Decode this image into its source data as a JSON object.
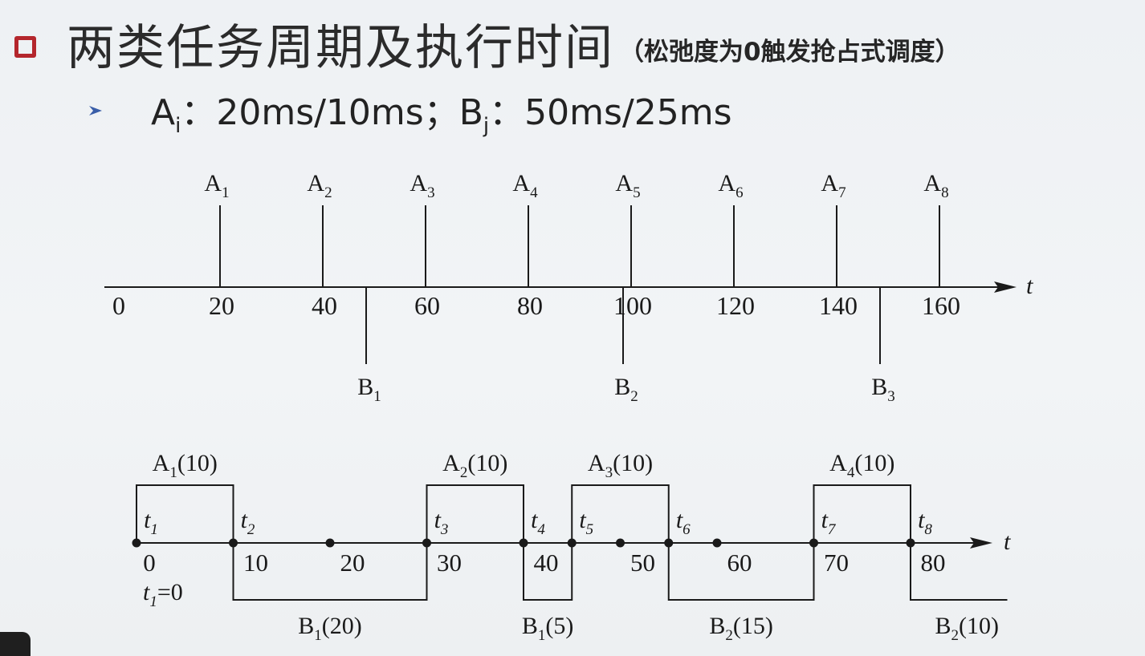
{
  "title": {
    "main": "两类任务周期及执行时间",
    "note": "（松弛度为0触发抢占式调度）"
  },
  "subtitle": {
    "a_label": "A",
    "a_sub": "i",
    "middle": "：20ms/10ms；B",
    "b_sub": "j",
    "rest": "：50ms/25ms"
  },
  "top_timeline": {
    "axis_label": "t",
    "ticks": [
      "0",
      "20",
      "40",
      "60",
      "80",
      "100",
      "120",
      "140",
      "160"
    ],
    "a_arrivals": [
      {
        "name": "A",
        "sub": "1",
        "at": 20
      },
      {
        "name": "A",
        "sub": "2",
        "at": 40
      },
      {
        "name": "A",
        "sub": "3",
        "at": 60
      },
      {
        "name": "A",
        "sub": "4",
        "at": 80
      },
      {
        "name": "A",
        "sub": "5",
        "at": 100
      },
      {
        "name": "A",
        "sub": "6",
        "at": 120
      },
      {
        "name": "A",
        "sub": "7",
        "at": 140
      },
      {
        "name": "A",
        "sub": "8",
        "at": 160
      }
    ],
    "b_arrivals": [
      {
        "name": "B",
        "sub": "1",
        "at": 50
      },
      {
        "name": "B",
        "sub": "2",
        "at": 100
      },
      {
        "name": "B",
        "sub": "3",
        "at": 150
      }
    ]
  },
  "schedule": {
    "axis_label": "t",
    "tick_labels": [
      "0",
      "10",
      "20",
      "30",
      "40",
      "50",
      "60",
      "70",
      "80"
    ],
    "time_points": [
      {
        "name": "t",
        "sub": "1"
      },
      {
        "name": "t",
        "sub": "2"
      },
      {
        "name": "t",
        "sub": "3"
      },
      {
        "name": "t",
        "sub": "4"
      },
      {
        "name": "t",
        "sub": "5"
      },
      {
        "name": "t",
        "sub": "6"
      },
      {
        "name": "t",
        "sub": "7"
      },
      {
        "name": "t",
        "sub": "8"
      }
    ],
    "initial_note": {
      "name": "t",
      "sub": "1",
      "rest": "=0"
    },
    "a_segments": [
      {
        "name": "A",
        "sub": "1",
        "dur": "(10)",
        "start": 0,
        "end": 10
      },
      {
        "name": "A",
        "sub": "2",
        "dur": "(10)",
        "start": 30,
        "end": 40
      },
      {
        "name": "A",
        "sub": "3",
        "dur": "(10)",
        "start": 45,
        "end": 55
      },
      {
        "name": "A",
        "sub": "4",
        "dur": "(10)",
        "start": 70,
        "end": 80
      }
    ],
    "b_segments": [
      {
        "name": "B",
        "sub": "1",
        "dur": "(20)",
        "start": 10,
        "end": 30
      },
      {
        "name": "B",
        "sub": "1",
        "dur": "(5)",
        "start": 40,
        "end": 45
      },
      {
        "name": "B",
        "sub": "2",
        "dur": "(15)",
        "start": 55,
        "end": 70
      },
      {
        "name": "B",
        "sub": "2",
        "dur": "(10)",
        "start": 80,
        "end": 90
      }
    ]
  },
  "colors": {
    "accent": "#b4262c",
    "ink": "#1a1a1a",
    "bullet_arrow": "#3a5ea8"
  }
}
